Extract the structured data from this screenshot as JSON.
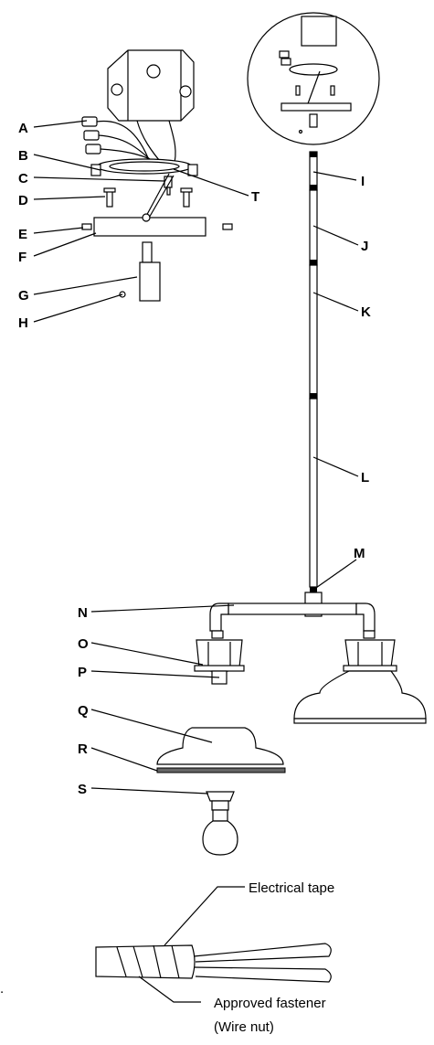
{
  "labels": {
    "A": "A",
    "B": "B",
    "C": "C",
    "D": "D",
    "E": "E",
    "F": "F",
    "G": "G",
    "H": "H",
    "I": "I",
    "J": "J",
    "K": "K",
    "L": "L",
    "M": "M",
    "N": "N",
    "O": "O",
    "P": "P",
    "Q": "Q",
    "R": "R",
    "S": "S",
    "T": "T"
  },
  "wire_detail": {
    "tape_label": "Electrical tape",
    "fastener_label": "Approved fastener",
    "fastener_note": "(Wire nut)",
    "dot": "."
  }
}
